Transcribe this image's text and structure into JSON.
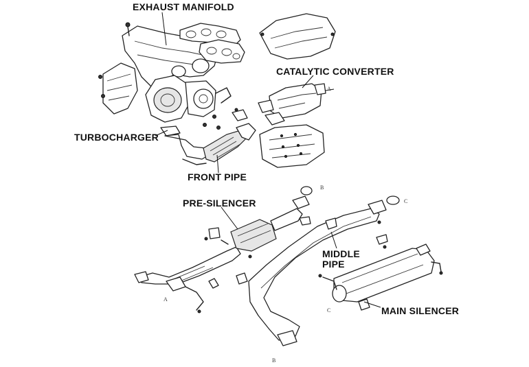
{
  "labels": {
    "exhaust_manifold": "EXHAUST MANIFOLD",
    "catalytic_converter": "CATALYTIC CONVERTER",
    "turbocharger": "TURBOCHARGER",
    "front_pipe": "FRONT PIPE",
    "pre_silencer": "PRE-SILENCER",
    "middle_pipe_line1": "MIDDLE",
    "middle_pipe_line2": "PIPE",
    "main_silencer": "MAIN SILENCER"
  },
  "refs": {
    "a_top": "A",
    "b_top": "B",
    "c_top": "C",
    "a_bottom": "A",
    "c_bottom": "C",
    "b_bottom": "B"
  }
}
